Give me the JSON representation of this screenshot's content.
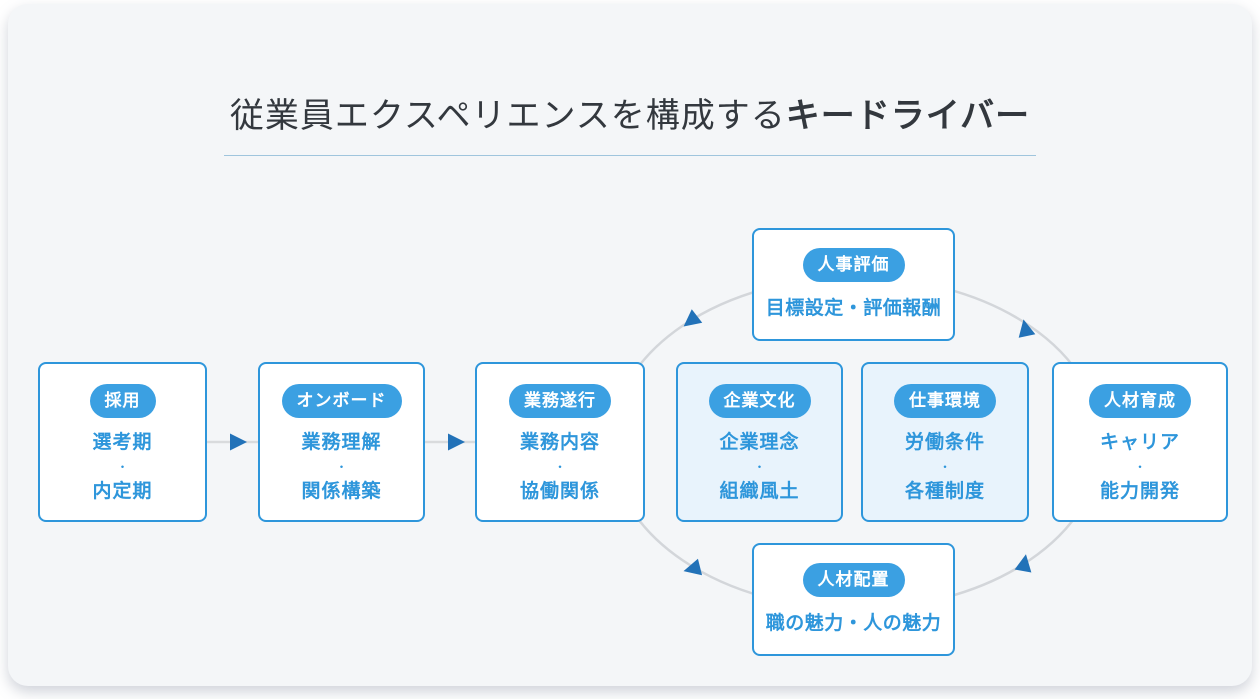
{
  "title": {
    "regular": "従業員エクスペリエンスを構成する",
    "bold": "キードライバー"
  },
  "flow_boxes": [
    {
      "badge": "採用",
      "line1": "選考期",
      "dot": "・",
      "line2": "内定期"
    },
    {
      "badge": "オンボード",
      "line1": "業務理解",
      "dot": "・",
      "line2": "関係構築"
    },
    {
      "badge": "業務遂行",
      "line1": "業務内容",
      "dot": "・",
      "line2": "協働関係"
    },
    {
      "badge": "企業文化",
      "line1": "企業理念",
      "dot": "・",
      "line2": "組織風土"
    },
    {
      "badge": "仕事環境",
      "line1": "労働条件",
      "dot": "・",
      "line2": "各種制度"
    },
    {
      "badge": "人材育成",
      "line1": "キャリア",
      "dot": "・",
      "line2": "能力開発"
    }
  ],
  "cycle_boxes": {
    "top": {
      "badge": "人事評価",
      "text": "目標設定・評価報酬"
    },
    "bottom": {
      "badge": "人材配置",
      "text": "職の魅力・人の魅力"
    }
  },
  "colors": {
    "accent_blue": "#2e96db",
    "badge_blue": "#3ba0e2",
    "arrow_blue": "#2272b8",
    "tint_box_bg": "#e8f3fc",
    "panel_bg": "#f4f6f8",
    "arc_gray": "#d3d6da",
    "title_underline": "#9fc5dd"
  }
}
